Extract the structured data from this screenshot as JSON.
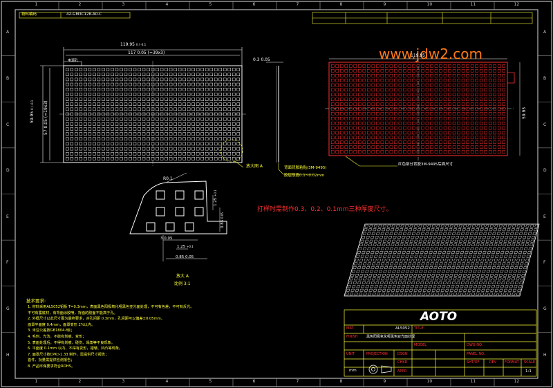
{
  "frame": {
    "columns": [
      "1",
      "2",
      "3",
      "4",
      "5",
      "6",
      "7",
      "8",
      "9",
      "10",
      "11",
      "12"
    ],
    "rows": [
      "A",
      "B",
      "C",
      "D",
      "E",
      "F",
      "G",
      "H"
    ]
  },
  "header": {
    "code_label": "物料编码",
    "code_value": "42-GM3C128-A0-C"
  },
  "watermark": "www.jdw2.com",
  "dims": {
    "width_outer": "119.95",
    "width_outer_tol": "0 / -0.1",
    "width_inner": "117  0.05 (=39x3)",
    "top_label": "电源孔",
    "height_outer": "59.95",
    "height_outer_tol": "0 / -0.1",
    "height_inner": "57  0.05 (=19x3)",
    "thickness": "0.3  0.05",
    "red_width": "119.95",
    "red_height": "59.95",
    "r_label": "R0.1",
    "d1": "1.25",
    "d1_tol": "+0.1",
    "d2": "0.85",
    "d2_tol": "0.05",
    "d3": "3  0.05",
    "d4": "1.25",
    "d4_tol": "+0.1",
    "d5": "0.85  0.05"
  },
  "notes_side": {
    "detail_ref": "放大图 A",
    "adhesive_1": "背面背胶粘贴(3M-9495)",
    "adhesive_2": "胶层厚度0.1~0.02mm",
    "red_note": "红色部分背胶3M-9495后面尺寸",
    "red_heading": "打样时需制作0.3、0.2、0.1mm三种厚度尺寸。"
  },
  "detail": {
    "title": "放大 A",
    "scale": "比例 3:1"
  },
  "tech": {
    "title": "技术要求:",
    "lines": [
      "1. 材料采用AL5052铝板 T=0.3mm，表面黑色阳极氧化哑黑色亚光面处理，不可有色差，不可有反光。",
      "   不可有露底材，有背面涂胶喷，背面的胶面不能高于孔。",
      "2. 外框尺寸以此尺寸图为最终要求，对孔间距 0.3mm，孔间距可以偏差±0.05mm，",
      "   面罩平面度 0.4mm，面罩变形 2%以内。",
      "3. 未注公差按GB1804-f级；",
      "4. 毛刺、光洁，不能有划痕、变形；",
      "5. 表面处理后，不得有划痕、碰伤、塌角等不良现象。",
      "6. 平面度 0.1mm 以内，不得有变形，褶皱、凹凸等现象。",
      "7. 面罩尺寸按CPK>1.33 制作，需提供尺寸报告；",
      "   首件、批量需提供检测报告；",
      "8. 产品环保要求符合ROHS。"
    ]
  },
  "title_block": {
    "logo": "AOTO",
    "mat_label": "MAT.",
    "mat_value": "AL5052",
    "title_label": "TITLE",
    "finish_label": "FINISH",
    "finish_value": "黑色阳极氧化哑黑色亚光面处理",
    "model_label": "MODEL",
    "unit_label": "UNIT",
    "unit_value": "mm",
    "projection_label": "PROJECTION",
    "dsgn": "DSGN",
    "chkd": "CHKD",
    "appd": "APPD",
    "dwg_label": "DWG NO.",
    "panel_label": "PANEL NO.",
    "sht_label": "SHT/OF",
    "rev_label": "REV",
    "format_label": "FORMAT",
    "scale_label": "SCALE",
    "scale_value": "1:1"
  }
}
